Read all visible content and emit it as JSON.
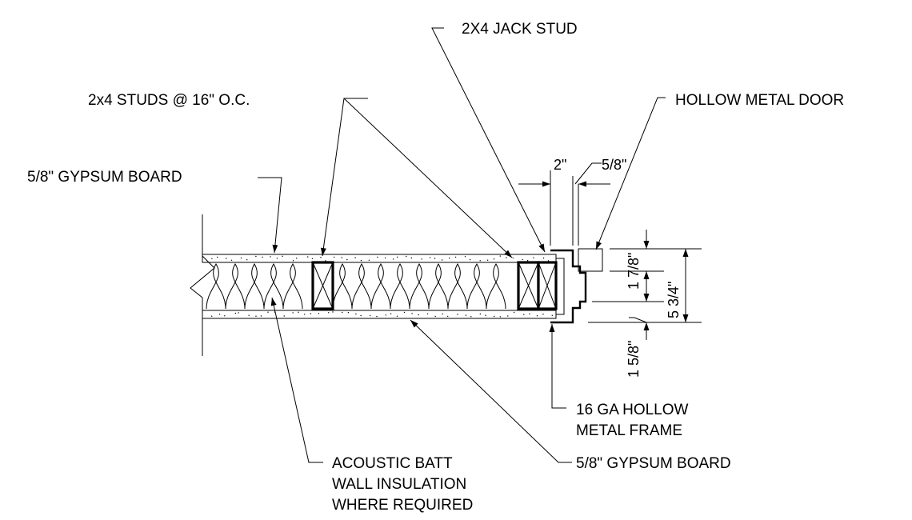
{
  "labels": {
    "jack_stud": "2X4 JACK STUD",
    "studs": "2x4 STUDS @ 16\" O.C.",
    "hollow_metal_door": "HOLLOW METAL DOOR",
    "gypsum_top": "5/8\" GYPSUM BOARD",
    "frame_line1": "16 GA HOLLOW",
    "frame_line2": "METAL FRAME",
    "gypsum_bottom": "5/8\" GYPSUM BOARD",
    "insulation_line1": "ACOUSTIC BATT",
    "insulation_line2": "WALL INSULATION",
    "insulation_line3": "WHERE REQUIRED"
  },
  "dimensions": {
    "frame_face": "2\"",
    "frame_offset": "5/8\"",
    "door_thickness": "1 7/8\"",
    "frame_depth": "5 3/4\"",
    "frame_return": "1 5/8\""
  }
}
